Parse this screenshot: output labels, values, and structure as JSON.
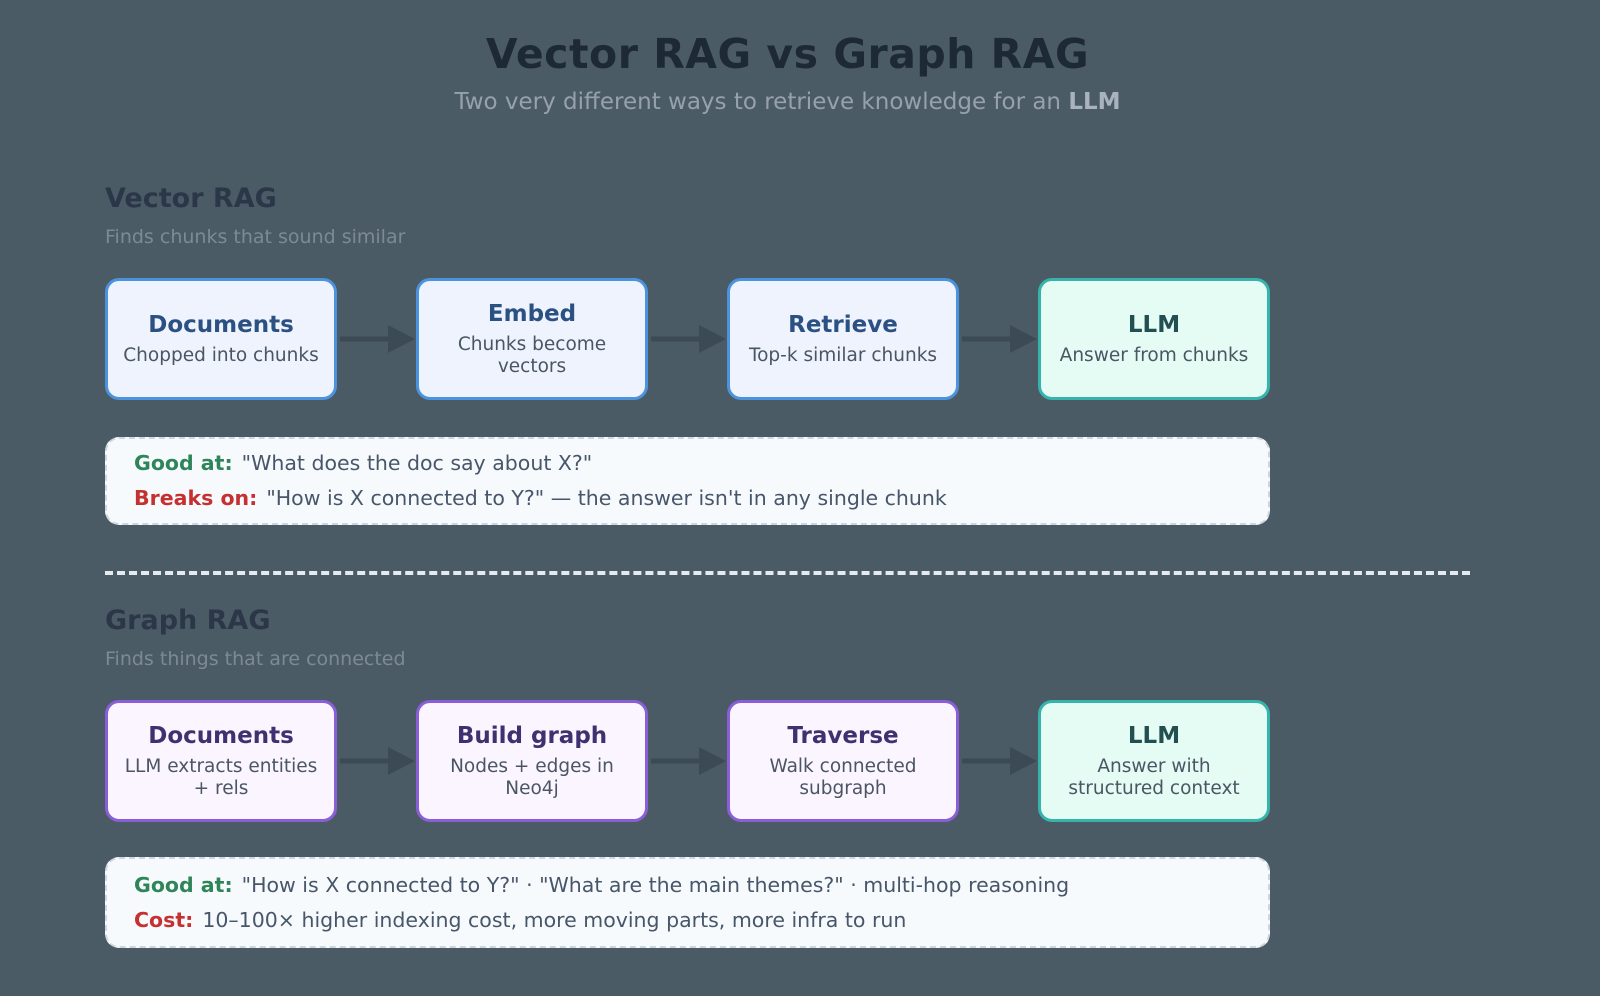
{
  "header": {
    "title": "Vector RAG vs Graph RAG",
    "subtitle_prefix": "Two very different ways to retrieve knowledge for an ",
    "subtitle_strong": "LLM"
  },
  "colors": {
    "background": "#4b5b65",
    "vector_accent": "#4b93dd",
    "graph_accent": "#8a5ed6",
    "llm_accent": "#36b3ab",
    "good_label": "#2f855a",
    "bad_label": "#c53030"
  },
  "sections": [
    {
      "heading": "Vector RAG",
      "tagline": "Finds chunks that sound similar",
      "boxes": [
        {
          "title": "Documents",
          "desc": "Chopped into chunks"
        },
        {
          "title": "Embed",
          "desc": "Chunks become vectors"
        },
        {
          "title": "Retrieve",
          "desc": "Top-k similar chunks"
        },
        {
          "title": "LLM",
          "desc": "Answer from chunks"
        }
      ],
      "callout": [
        {
          "label": "Good at:",
          "text": "\"What does the doc say about X?\""
        },
        {
          "label": "Breaks on:",
          "text": "\"How is X connected to Y?\" — the answer isn't in any single chunk"
        }
      ]
    },
    {
      "heading": "Graph RAG",
      "tagline": "Finds things that are connected",
      "boxes": [
        {
          "title": "Documents",
          "desc": "LLM extracts entities + rels"
        },
        {
          "title": "Build graph",
          "desc": "Nodes + edges in Neo4j"
        },
        {
          "title": "Traverse",
          "desc": "Walk connected subgraph"
        },
        {
          "title": "LLM",
          "desc": "Answer with structured context"
        }
      ],
      "callout": [
        {
          "label": "Good at:",
          "text": "\"How is X connected to Y?\" · \"What are the main themes?\" · multi-hop reasoning"
        },
        {
          "label": "Cost:",
          "text": "10–100× higher indexing cost, more moving parts, more infra to run"
        }
      ]
    }
  ]
}
